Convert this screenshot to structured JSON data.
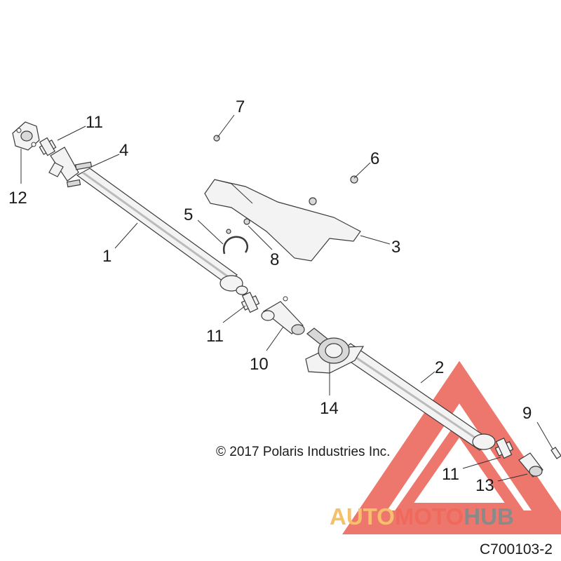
{
  "callouts": {
    "c1": "1",
    "c2": "2",
    "c3": "3",
    "c4": "4",
    "c5": "5",
    "c6": "6",
    "c7": "7",
    "c8": "8",
    "c9": "9",
    "c10": "10",
    "c11a": "11",
    "c11b": "11",
    "c11c": "11",
    "c12": "12",
    "c13": "13",
    "c14": "14"
  },
  "copyright": "© 2017 Polaris Industries Inc.",
  "drawing_id": "C700103-2",
  "watermark": {
    "part_a": "AUTO",
    "part_b": "MOTO",
    "part_c": "HUB",
    "colors": {
      "a": "#f5c06a",
      "b": "#ef6a5c",
      "c": "#8a8a8a",
      "triangle": "#e84a3c"
    }
  }
}
